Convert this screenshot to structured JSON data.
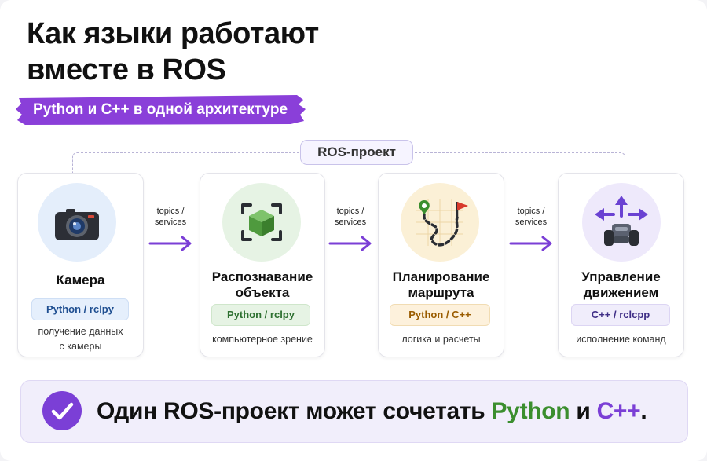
{
  "title_line1": "Как языки работают",
  "title_line2": "вместе в ROS",
  "subtitle": "Python и C++ в одной архитектуре",
  "group_label": "ROS-проект",
  "connector": {
    "line1": "topics /",
    "line2": "services"
  },
  "cards": [
    {
      "title_line1": "Камера",
      "badge": "Python / rclpy",
      "desc_line1": "получение данных",
      "desc_line2": "с камеры",
      "icon": "camera-icon",
      "color": "#2d6fd2"
    },
    {
      "title_line1": "Распознавание",
      "title_line2": "объекта",
      "badge": "Python / rclpy",
      "desc_line1": "компьютерное зрение",
      "icon": "object-detection-icon",
      "color": "#3b8e2e"
    },
    {
      "title_line1": "Планирование",
      "title_line2": "маршрута",
      "badge": "Python / C++",
      "desc_line1": "логика и расчеты",
      "icon": "route-map-icon",
      "color": "#d98a00"
    },
    {
      "title_line1": "Управление",
      "title_line2": "движением",
      "badge": "C++ / rclcpp",
      "desc_line1": "исполнение команд",
      "icon": "robot-movement-icon",
      "color": "#7b3fd6"
    }
  ],
  "bottom": {
    "prefix": "Один ROS-проект может сочетать ",
    "python": "Python",
    "middle": " и ",
    "cpp": "C++",
    "suffix": ".",
    "icon": "check-circle-icon"
  },
  "colors": {
    "accent_purple": "#7b3fd6",
    "arrow": "#7b3fd6",
    "python_green": "#3b8e2e"
  }
}
